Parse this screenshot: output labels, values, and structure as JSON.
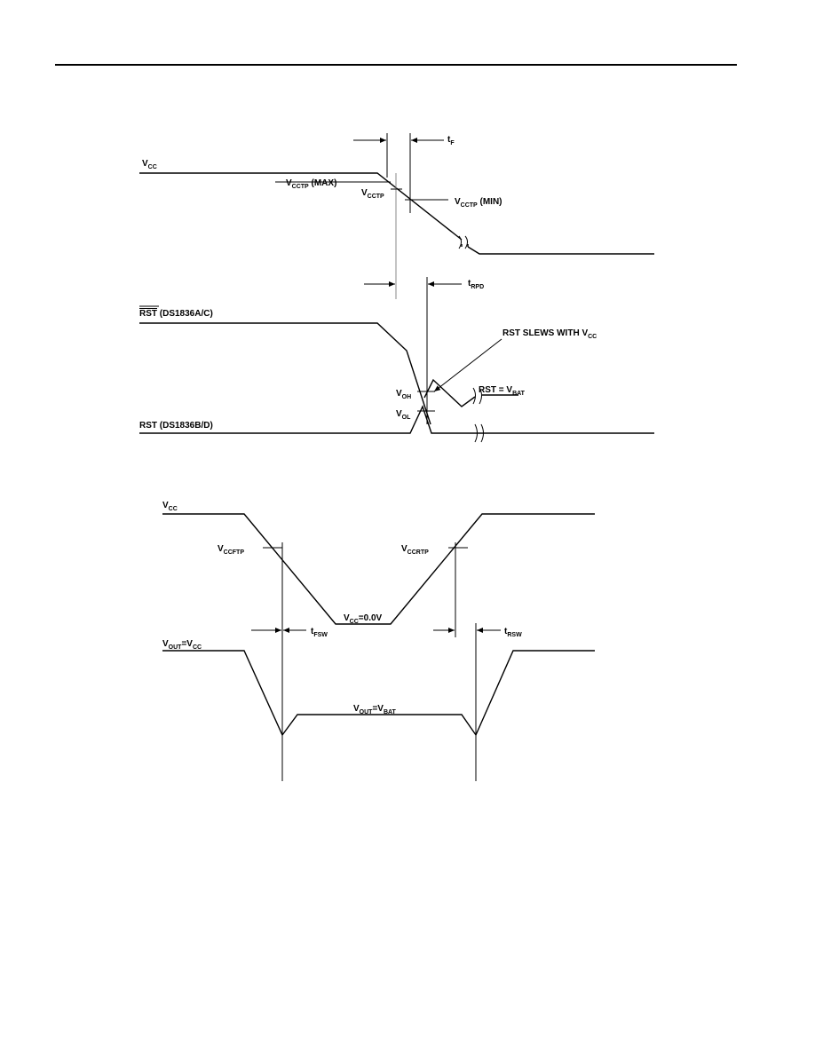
{
  "diagram1": {
    "vcc": {
      "main": "V",
      "sub": "CC"
    },
    "vcctp_max": {
      "main": "V",
      "sub": "CCTP",
      "suffix": " (MAX)"
    },
    "vcctp": {
      "main": "V",
      "sub": "CCTP"
    },
    "vcctp_min": {
      "main": "V",
      "sub": "CCTP",
      "suffix": " (MIN)"
    },
    "tf": {
      "main": "t",
      "sub": "F"
    },
    "trpd": {
      "main": "t",
      "sub": "RPD"
    },
    "rst_bar": {
      "main": "RST",
      "suffix": " (DS1836A/C)"
    },
    "rst_slews": {
      "prefix": "RST SLEWS WITH V",
      "sub": "CC"
    },
    "voh": {
      "main": "V",
      "sub": "OH"
    },
    "vol": {
      "main": "V",
      "sub": "OL"
    },
    "rst_vbat": {
      "prefix": "RST = V",
      "sub": "BAT"
    },
    "rst_b": {
      "main": "RST (DS1836B/D)"
    }
  },
  "diagram2": {
    "vcc": {
      "main": "V",
      "sub": "CC"
    },
    "vccftp": {
      "main": "V",
      "sub": "CCFTP"
    },
    "vccrtp": {
      "main": "V",
      "sub": "CCRTP"
    },
    "vcc_zero": {
      "main": "V",
      "sub": "CC",
      "suffix": "=0.0V"
    },
    "tfsw": {
      "main": "t",
      "sub": "FSW"
    },
    "trsw": {
      "main": "t",
      "sub": "RSW"
    },
    "vout_vcc": {
      "main": "V",
      "sub": "OUT",
      "mid": "=V",
      "sub2": "CC"
    },
    "vout_vbat": {
      "main": "V",
      "sub": "OUT",
      "mid": "=V",
      "sub2": "BAT"
    }
  }
}
